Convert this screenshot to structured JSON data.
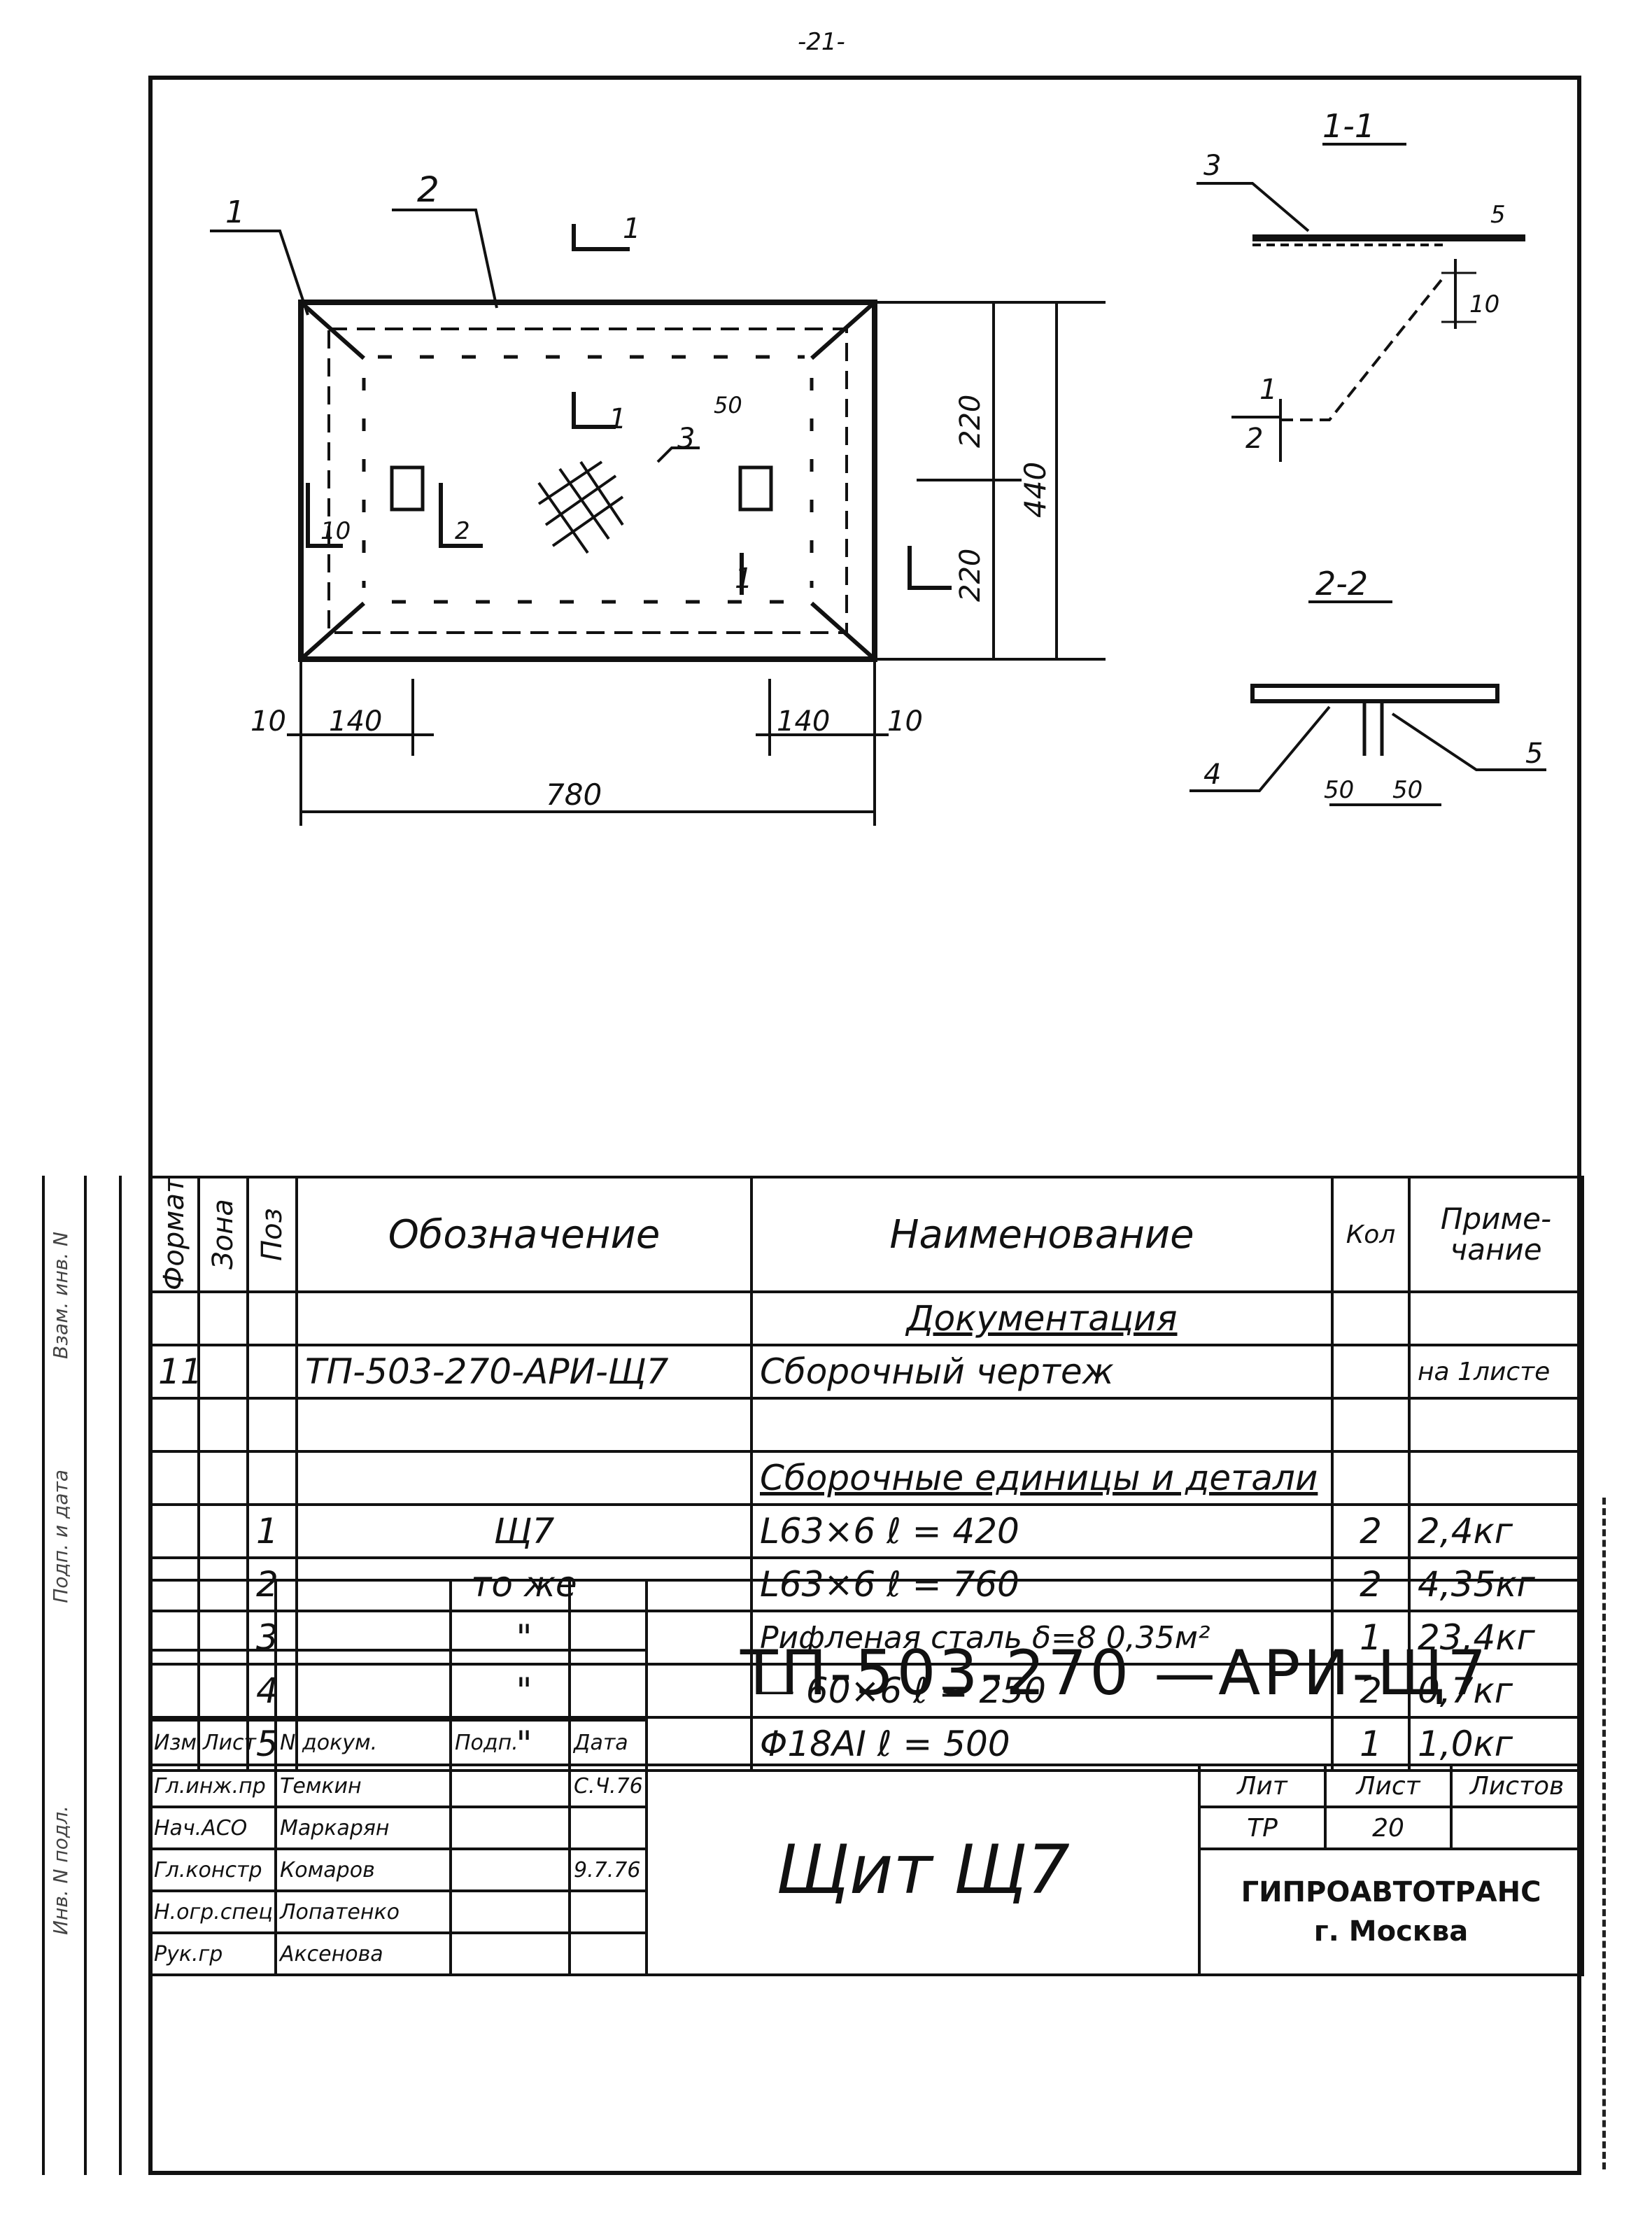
{
  "page_number": "-21-",
  "drawing": {
    "callouts": [
      "1",
      "2",
      "1",
      "3",
      "1",
      "10",
      "2",
      "1",
      "50"
    ],
    "dimensions": {
      "h220_top": "220",
      "h220_bottom": "220",
      "h440": "440",
      "w10_left": "10",
      "w140_left": "140",
      "w140_right": "140",
      "w10_right": "10",
      "w780": "780"
    },
    "section_1_1": {
      "title": "1-1",
      "callout_3": "3",
      "callout_1_2_top": "1",
      "callout_1_2_bottom": "2",
      "dim_10": "10",
      "dim_5": "5"
    },
    "section_2_2": {
      "title": "2-2",
      "callout_4": "4",
      "callout_5": "5",
      "dim_50_left": "50",
      "dim_50_right": "50"
    }
  },
  "spec_table": {
    "headers": {
      "format": "Формат",
      "zone": "Зона",
      "pos": "Поз",
      "designation": "Обозначение",
      "name": "Наименование",
      "qty": "Кол",
      "note": "Приме-чание"
    },
    "section_documentation": "Документация",
    "doc_row": {
      "format": "11",
      "designation": "ТП-503-270-АРИ-Щ7",
      "name": "Сборочный чертеж",
      "note": "на 1листе"
    },
    "section_parts": "Сборочные единицы и детали",
    "rows": [
      {
        "pos": "1",
        "designation": "Щ7",
        "name": "L63×6   ℓ = 420",
        "qty": "2",
        "note": "2,4кг"
      },
      {
        "pos": "2",
        "designation": "то же",
        "name": "L63×6   ℓ = 760",
        "qty": "2",
        "note": "4,35кг"
      },
      {
        "pos": "3",
        "designation": "\"",
        "name": "Рифленая сталь δ=8  0,35м²",
        "qty": "1",
        "note": "23,4кг"
      },
      {
        "pos": "4",
        "designation": "\"",
        "name": "— 60×6   ℓ = 250",
        "qty": "2",
        "note": "0,7кг"
      },
      {
        "pos": "5",
        "designation": "\"",
        "name": "Φ18АⅠ   ℓ = 500",
        "qty": "1",
        "note": "1,0кг"
      }
    ]
  },
  "title_block": {
    "doc_code": "ТП-503-270   —АРИ-Щ7",
    "product_name": "Щит Щ7",
    "headers": {
      "izm": "Изм.",
      "list": "Лист",
      "ndokum": "N докум.",
      "podp": "Подп.",
      "data": "Дата"
    },
    "signers": [
      {
        "role": "Гл.инж.пр",
        "name": "Темкин",
        "date": "С.Ч.76"
      },
      {
        "role": "Нач.АСО",
        "name": "Маркарян",
        "date": ""
      },
      {
        "role": "Гл.констр",
        "name": "Комаров",
        "date": "9.7.76"
      },
      {
        "role": "Н.огр.спец",
        "name": "Лопатенко",
        "date": ""
      },
      {
        "role": "Рук.гр",
        "name": "Аксенова",
        "date": ""
      }
    ],
    "lit_label": "Лит",
    "sheet_label": "Лист",
    "sheets_label": "Листов",
    "lit_value": "ТР",
    "sheet_value": "20",
    "org_name": "ГИПРОАВТОТРАНС",
    "org_city": "г. Москва"
  },
  "margin": {
    "labels": [
      "Взам. инв. N",
      "Подп. и дата",
      "Инв. N подл."
    ]
  }
}
